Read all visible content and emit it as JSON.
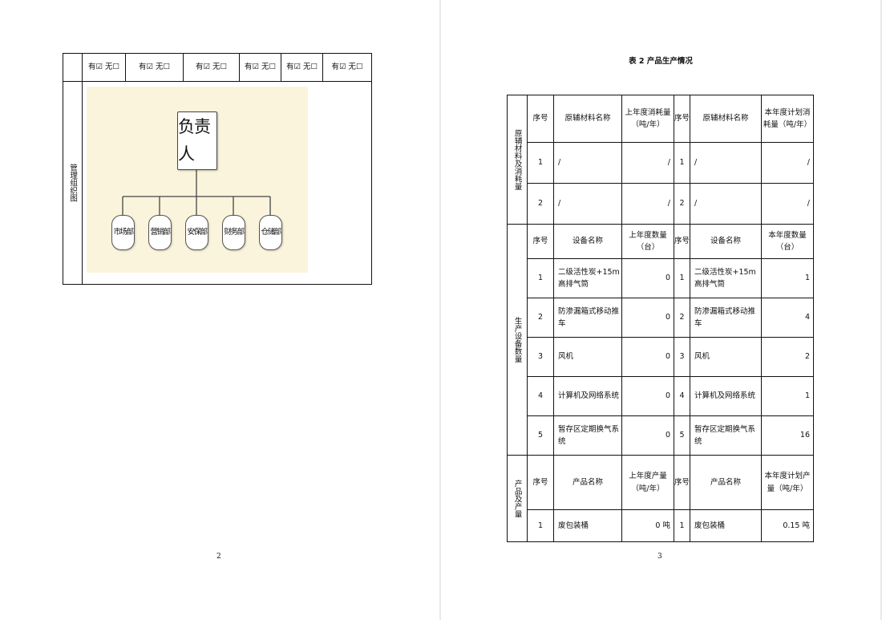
{
  "left_page": {
    "checks": [
      "有☑ 无☐",
      "有☑ 无☐",
      "有☑ 无☐",
      "有☑ 无☐",
      "有☑ 无☐",
      "有☑ 无☐"
    ],
    "row_label": "管理组织图",
    "org_chart": {
      "top": "负责人",
      "departments": [
        "市场部",
        "营销部",
        "安保部",
        "财务部",
        "仓储部"
      ]
    },
    "page_number": "2"
  },
  "right_page": {
    "title": "表 2  产品生产情况",
    "materials": {
      "section_label": "原辅材料及消耗量",
      "headers": [
        "序号",
        "原辅材料名称",
        "上年度消耗量（吨/年）",
        "序号",
        "原辅材料名称",
        "本年度计划消耗量（吨/年）"
      ],
      "rows": [
        [
          "1",
          "/",
          "/",
          "1",
          "/",
          "/"
        ],
        [
          "2",
          "/",
          "/",
          "2",
          "/",
          "/"
        ]
      ]
    },
    "equipment": {
      "section_label": "生产设备数量",
      "headers": [
        "序号",
        "设备名称",
        "上年度数量（台）",
        "序号",
        "设备名称",
        "本年度数量（台）"
      ],
      "rows": [
        [
          "1",
          "二级活性炭+15m高排气筒",
          "0",
          "1",
          "二级活性炭+15m高排气筒",
          "1"
        ],
        [
          "2",
          "防渗漏箱式移动推车",
          "0",
          "2",
          "防渗漏箱式移动推车",
          "4"
        ],
        [
          "3",
          "风机",
          "0",
          "3",
          "风机",
          "2"
        ],
        [
          "4",
          "计算机及网络系统",
          "0",
          "4",
          "计算机及网络系统",
          "1"
        ],
        [
          "5",
          "暂存区定期换气系统",
          "0",
          "5",
          "暂存区定期换气系统",
          "16"
        ]
      ]
    },
    "products": {
      "section_label": "产品及产量",
      "headers": [
        "序号",
        "产品名称",
        "上年度产量（吨/年）",
        "序号",
        "产品名称",
        "本年度计划产量（吨/年）"
      ],
      "rows": [
        [
          "1",
          "废包装桶",
          "0 吨",
          "1",
          "废包装桶",
          "0.15 吨"
        ]
      ]
    },
    "page_number": "3"
  }
}
